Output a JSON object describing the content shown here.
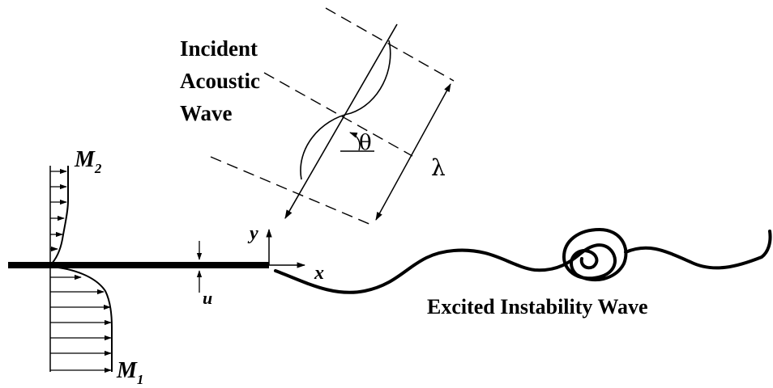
{
  "labels": {
    "incident_line1": "Incident",
    "incident_line2": "Acoustic",
    "incident_line3": "Wave",
    "theta": "θ",
    "lambda": "λ",
    "m2": "M",
    "m2_sub": "2",
    "m1": "M",
    "m1_sub": "1",
    "y_axis": "y",
    "x_axis": "x",
    "thickness": "u",
    "instability": "Excited Instability Wave"
  },
  "colors": {
    "ink": "#000000",
    "background": "#ffffff"
  }
}
